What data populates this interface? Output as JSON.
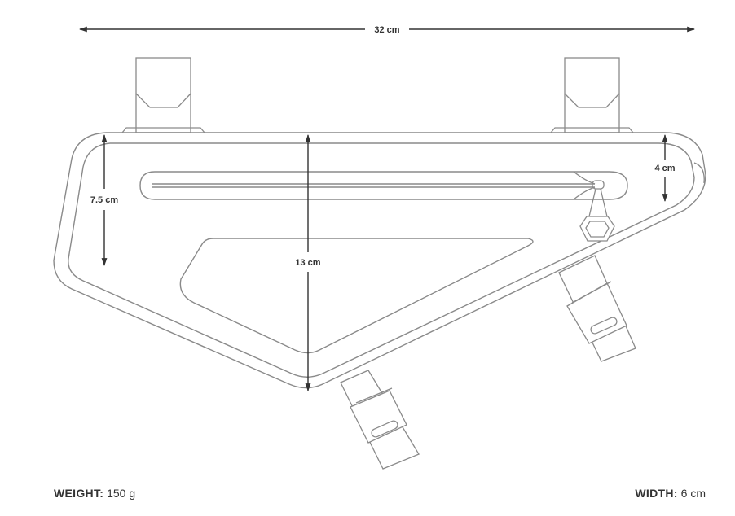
{
  "dimensions": {
    "length": "32 cm",
    "front_height": "7.5 cm",
    "center_height": "13 cm",
    "rear_height": "4 cm"
  },
  "specs": {
    "weight_label": "WEIGHT:",
    "weight_value": "150 g",
    "width_label": "WIDTH:",
    "width_value": "6 cm"
  },
  "colors": {
    "outline": "#8a8a8a",
    "dimension": "#333333"
  },
  "icons": [
    "arrow-icon",
    "zipper-pull-icon",
    "buckle-icon"
  ]
}
